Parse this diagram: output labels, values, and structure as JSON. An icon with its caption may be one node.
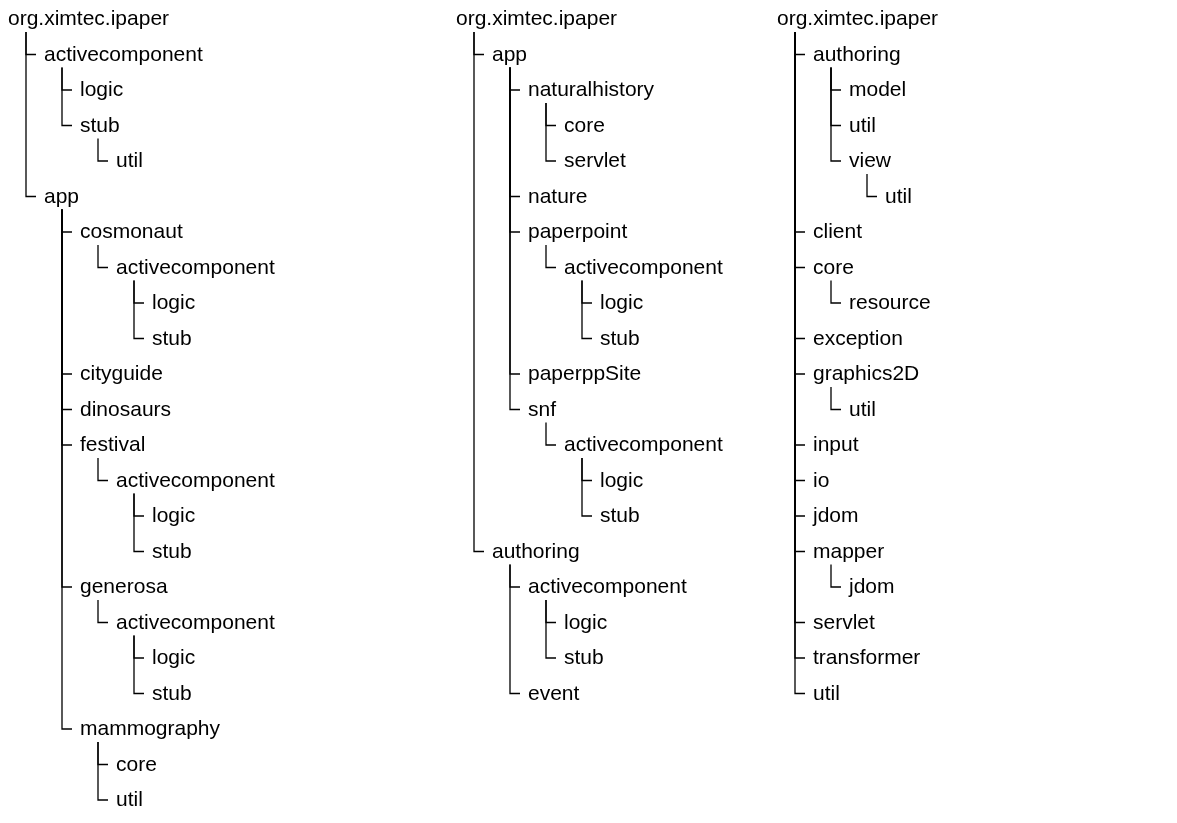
{
  "diagram": {
    "nodes": [
      {
        "text": [
          "org.ximtec.ipaper"
        ]
      },
      {
        "text": [
          "activecomponent"
        ]
      },
      {
        "text": [
          "logic"
        ]
      },
      {
        "text": [
          "stub"
        ]
      },
      {
        "text": [
          "util"
        ]
      },
      {
        "text": [
          "app"
        ]
      },
      {
        "text": [
          "cosmonaut"
        ]
      },
      {
        "text": [
          "activecomponent"
        ]
      },
      {
        "text": [
          "logic"
        ]
      },
      {
        "text": [
          "stub"
        ]
      },
      {
        "text": [
          "cityguide"
        ]
      },
      {
        "text": [
          "dinosaurs"
        ]
      },
      {
        "text": [
          "festival"
        ]
      },
      {
        "text": [
          "activecomponent"
        ]
      },
      {
        "text": [
          "logic"
        ]
      },
      {
        "text": [
          "stub"
        ]
      },
      {
        "text": [
          "generosa"
        ]
      },
      {
        "text": [
          "activecomponent"
        ]
      },
      {
        "text": [
          "logic"
        ]
      },
      {
        "text": [
          "stub"
        ]
      },
      {
        "text": [
          "mammography"
        ]
      },
      {
        "text": [
          "core"
        ]
      },
      {
        "text": [
          "util"
        ]
      },
      {
        "text": [
          "org.ximtec.ipaper"
        ]
      },
      {
        "text": [
          "app"
        ]
      },
      {
        "text": [
          "naturalhistory"
        ]
      },
      {
        "text": [
          "core"
        ]
      },
      {
        "text": [
          "servlet"
        ]
      },
      {
        "text": [
          "nature"
        ]
      },
      {
        "text": [
          "paperpoint"
        ]
      },
      {
        "text": [
          "activecomponent"
        ]
      },
      {
        "text": [
          "logic"
        ]
      },
      {
        "text": [
          "stub"
        ]
      },
      {
        "text": [
          "paperppSite"
        ]
      },
      {
        "text": [
          "snf"
        ]
      },
      {
        "text": [
          "activecomponent"
        ]
      },
      {
        "text": [
          "logic"
        ]
      },
      {
        "text": [
          "stub"
        ]
      },
      {
        "text": [
          "authoring"
        ]
      },
      {
        "text": [
          "activecomponent"
        ]
      },
      {
        "text": [
          "logic"
        ]
      },
      {
        "text": [
          "stub"
        ]
      },
      {
        "text": [
          "event"
        ]
      },
      {
        "text": [
          "org.ximtec.ipaper"
        ]
      },
      {
        "text": [
          "authoring"
        ]
      },
      {
        "text": [
          "model"
        ]
      },
      {
        "text": [
          "util"
        ]
      },
      {
        "text": [
          "view"
        ]
      },
      {
        "text": [
          "util"
        ]
      },
      {
        "text": [
          "client"
        ]
      },
      {
        "text": [
          "core"
        ]
      },
      {
        "text": [
          "resource"
        ]
      },
      {
        "text": [
          "exception"
        ]
      },
      {
        "text": [
          "graphics2D"
        ]
      },
      {
        "text": [
          "util"
        ]
      },
      {
        "text": [
          "input"
        ]
      },
      {
        "text": [
          "io"
        ]
      },
      {
        "text": [
          "jdom"
        ]
      },
      {
        "text": [
          "mapper"
        ]
      },
      {
        "text": [
          "jdom"
        ]
      },
      {
        "text": [
          "servlet"
        ]
      },
      {
        "text": [
          "transformer"
        ]
      },
      {
        "text": [
          "util"
        ]
      }
    ],
    "edges": [
      {
        "from": 0,
        "to": 1,
        "arrow": "none"
      },
      {
        "from": 1,
        "to": 2,
        "arrow": "none"
      },
      {
        "from": 1,
        "to": 3,
        "arrow": "none"
      },
      {
        "from": 3,
        "to": 4,
        "arrow": "none"
      },
      {
        "from": 0,
        "to": 5,
        "arrow": "none"
      },
      {
        "from": 5,
        "to": 6,
        "arrow": "none"
      },
      {
        "from": 6,
        "to": 7,
        "arrow": "none"
      },
      {
        "from": 7,
        "to": 8,
        "arrow": "none"
      },
      {
        "from": 7,
        "to": 9,
        "arrow": "none"
      },
      {
        "from": 5,
        "to": 10,
        "arrow": "none"
      },
      {
        "from": 5,
        "to": 11,
        "arrow": "none"
      },
      {
        "from": 5,
        "to": 12,
        "arrow": "none"
      },
      {
        "from": 12,
        "to": 13,
        "arrow": "none"
      },
      {
        "from": 13,
        "to": 14,
        "arrow": "none"
      },
      {
        "from": 13,
        "to": 15,
        "arrow": "none"
      },
      {
        "from": 5,
        "to": 16,
        "arrow": "none"
      },
      {
        "from": 16,
        "to": 17,
        "arrow": "none"
      },
      {
        "from": 17,
        "to": 18,
        "arrow": "none"
      },
      {
        "from": 17,
        "to": 19,
        "arrow": "none"
      },
      {
        "from": 5,
        "to": 20,
        "arrow": "none"
      },
      {
        "from": 20,
        "to": 21,
        "arrow": "none"
      },
      {
        "from": 20,
        "to": 22,
        "arrow": "none"
      },
      {
        "from": 23,
        "to": 24,
        "arrow": "none"
      },
      {
        "from": 24,
        "to": 25,
        "arrow": "none"
      },
      {
        "from": 25,
        "to": 26,
        "arrow": "none"
      },
      {
        "from": 25,
        "to": 27,
        "arrow": "none"
      },
      {
        "from": 24,
        "to": 28,
        "arrow": "none"
      },
      {
        "from": 24,
        "to": 29,
        "arrow": "none"
      },
      {
        "from": 29,
        "to": 30,
        "arrow": "none"
      },
      {
        "from": 30,
        "to": 31,
        "arrow": "none"
      },
      {
        "from": 30,
        "to": 32,
        "arrow": "none"
      },
      {
        "from": 24,
        "to": 33,
        "arrow": "none"
      },
      {
        "from": 24,
        "to": 34,
        "arrow": "none"
      },
      {
        "from": 34,
        "to": 35,
        "arrow": "none"
      },
      {
        "from": 35,
        "to": 36,
        "arrow": "none"
      },
      {
        "from": 35,
        "to": 37,
        "arrow": "none"
      },
      {
        "from": 23,
        "to": 38,
        "arrow": "none"
      },
      {
        "from": 38,
        "to": 39,
        "arrow": "none"
      },
      {
        "from": 39,
        "to": 40,
        "arrow": "none"
      },
      {
        "from": 39,
        "to": 41,
        "arrow": "none"
      },
      {
        "from": 38,
        "to": 42,
        "arrow": "none"
      },
      {
        "from": 43,
        "to": 44,
        "arrow": "none"
      },
      {
        "from": 44,
        "to": 45,
        "arrow": "none"
      },
      {
        "from": 44,
        "to": 46,
        "arrow": "none"
      },
      {
        "from": 44,
        "to": 47,
        "arrow": "none"
      },
      {
        "from": 47,
        "to": 48,
        "arrow": "none"
      },
      {
        "from": 43,
        "to": 49,
        "arrow": "none"
      },
      {
        "from": 43,
        "to": 50,
        "arrow": "none"
      },
      {
        "from": 50,
        "to": 51,
        "arrow": "none"
      },
      {
        "from": 43,
        "to": 52,
        "arrow": "none"
      },
      {
        "from": 43,
        "to": 53,
        "arrow": "none"
      },
      {
        "from": 53,
        "to": 54,
        "arrow": "none"
      },
      {
        "from": 43,
        "to": 55,
        "arrow": "none"
      },
      {
        "from": 43,
        "to": 56,
        "arrow": "none"
      },
      {
        "from": 43,
        "to": 57,
        "arrow": "none"
      },
      {
        "from": 43,
        "to": 58,
        "arrow": "none"
      },
      {
        "from": 58,
        "to": 59,
        "arrow": "none"
      },
      {
        "from": 43,
        "to": 60,
        "arrow": "none"
      },
      {
        "from": 43,
        "to": 61,
        "arrow": "none"
      },
      {
        "from": 43,
        "to": 62,
        "arrow": "none"
      }
    ]
  }
}
